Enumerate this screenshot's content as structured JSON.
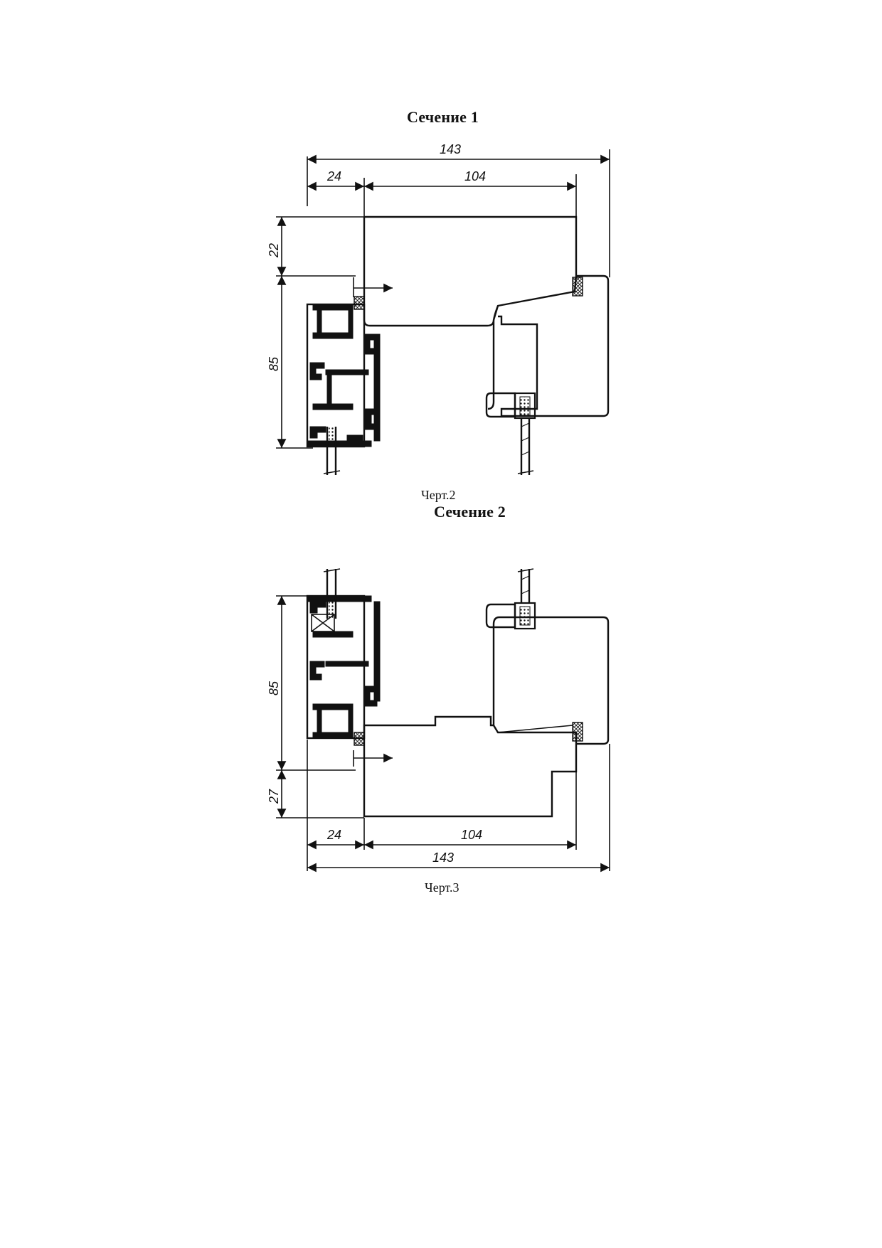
{
  "section1": {
    "title": "Сечение 1",
    "caption": "Черт.2",
    "dimensions": {
      "overall_width": "143",
      "left_width": "24",
      "right_width": "104",
      "top_height": "22",
      "profile_height": "85"
    }
  },
  "section2": {
    "title": "Сечение 2",
    "caption": "Черт.3",
    "dimensions": {
      "overall_width": "143",
      "left_width": "24",
      "right_width": "104",
      "bottom_height": "27",
      "profile_height": "85"
    }
  }
}
